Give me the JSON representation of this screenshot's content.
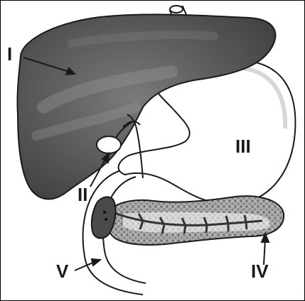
{
  "labels": {
    "liver": "I",
    "gallbladder": "II",
    "stomach": "III",
    "pancreas": "IV",
    "duodenum": "V"
  },
  "colors": {
    "liver_fill": "#5a5a5a",
    "liver_highlight": "#8a8a8a",
    "outline": "#1a1a1a",
    "pancreas_fill": "#9a9a9a",
    "duct": "#444444",
    "background": "#ffffff"
  }
}
